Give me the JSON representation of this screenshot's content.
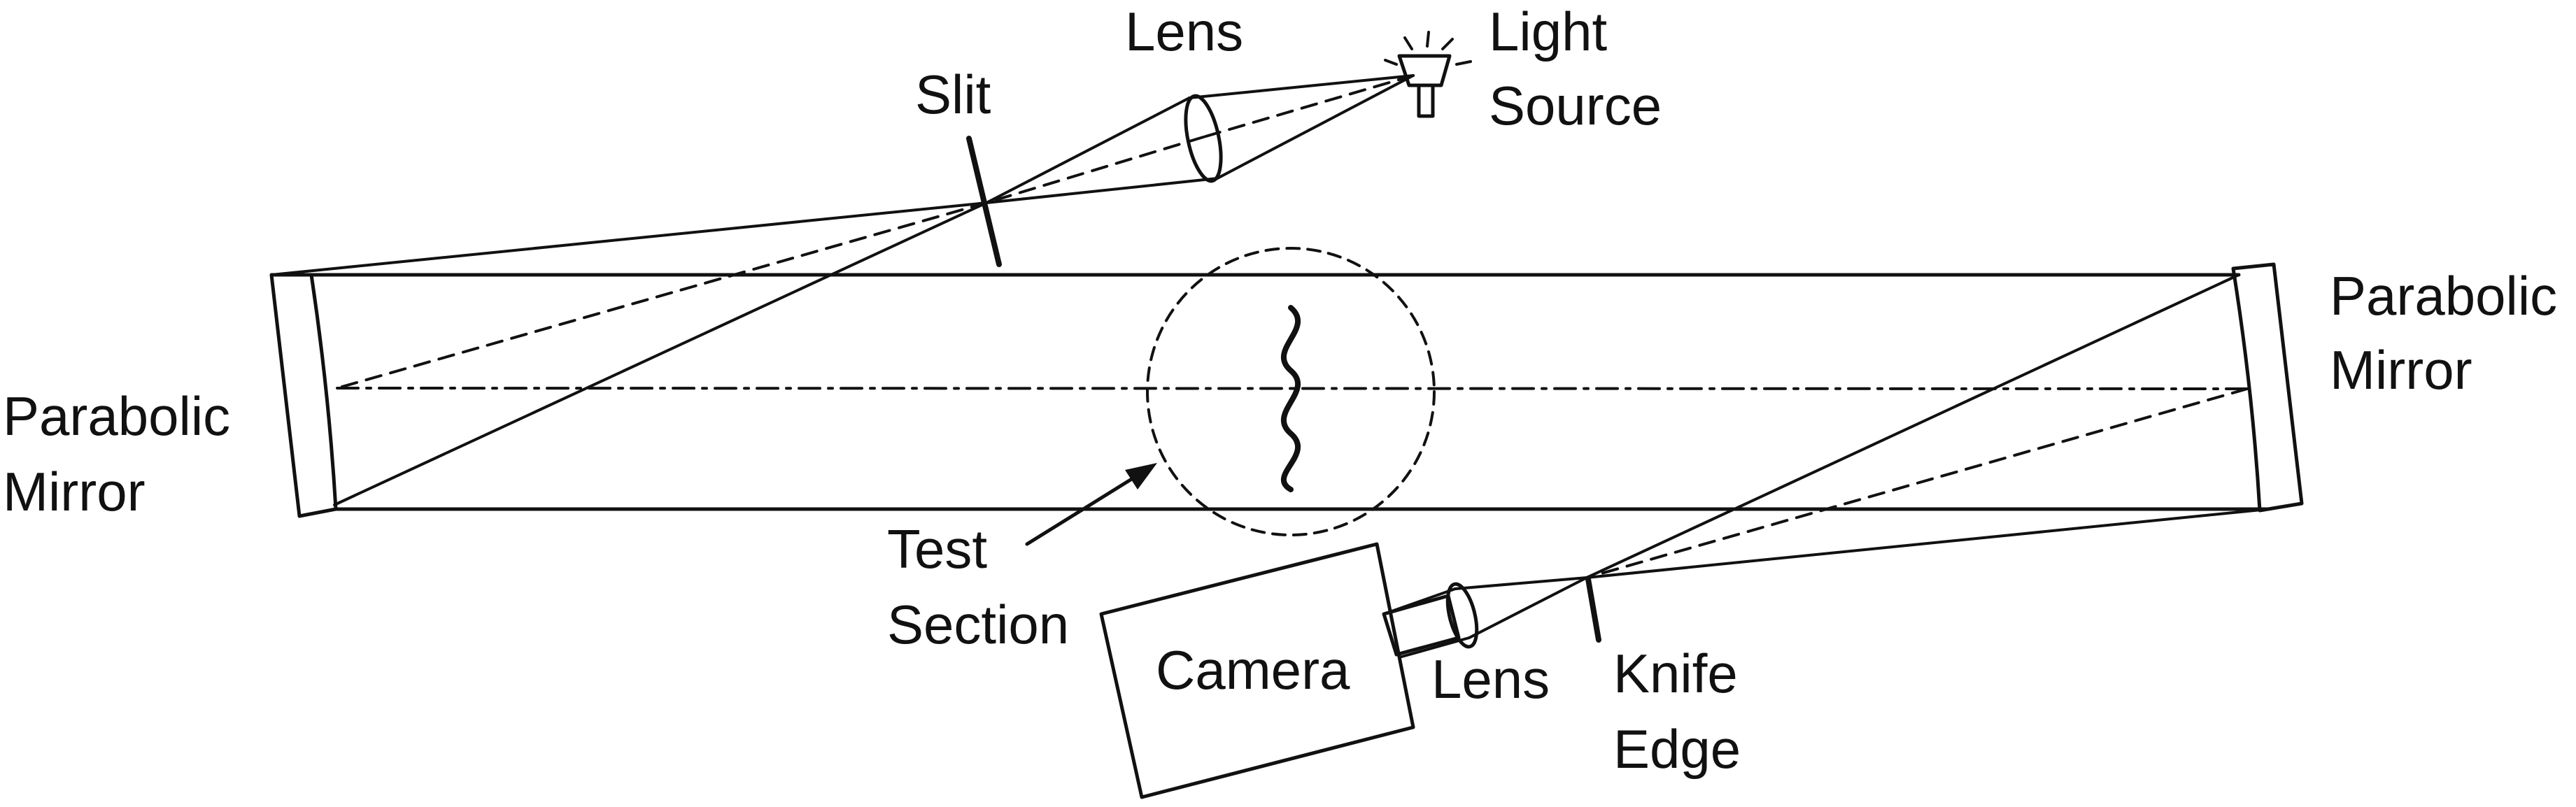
{
  "labels": {
    "lens_top": "Lens",
    "light": "Light",
    "source": "Source",
    "slit": "Slit",
    "parabolic_left": "Parabolic",
    "mirror_left": "Mirror",
    "parabolic_right": "Parabolic",
    "mirror_right": "Mirror",
    "test": "Test",
    "section": "Section",
    "camera": "Camera",
    "lens_bottom": "Lens",
    "knife": "Knife",
    "edge": "Edge"
  },
  "colors": {
    "ink": "#111111",
    "mirror_fill": "#d9d9d9",
    "background": "#ffffff"
  },
  "icons": {
    "light_source": "light-bulb-icon",
    "camera": "camera-box-icon"
  }
}
